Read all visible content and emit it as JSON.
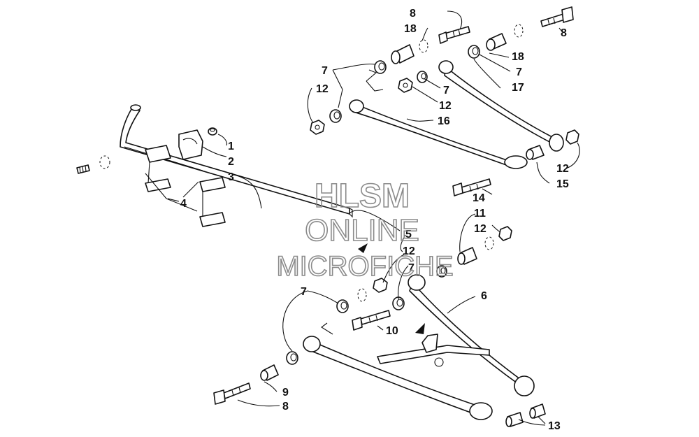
{
  "watermark": {
    "line1": "HLSM",
    "line2": "ONLINE",
    "line3": "MICROFICHE"
  },
  "callouts": {
    "c1": "1",
    "c2": "2",
    "c3": "3",
    "c4": "4",
    "c5": "5",
    "c6": "6",
    "c7a": "7",
    "c7b": "7",
    "c7c": "7",
    "c7d": "7",
    "c7e": "7",
    "c8a": "8",
    "c8b": "8",
    "c8c": "8",
    "c9": "9",
    "c10": "10",
    "c11": "11",
    "c12a": "12",
    "c12b": "12",
    "c12c": "12",
    "c12d": "12",
    "c12e": "12",
    "c13": "13",
    "c14": "14",
    "c15": "15",
    "c16": "16",
    "c17": "17",
    "c18a": "18",
    "c18b": "18"
  }
}
